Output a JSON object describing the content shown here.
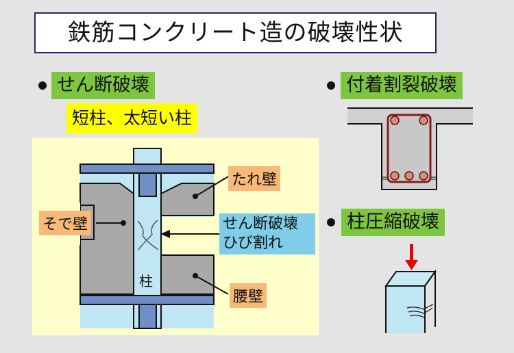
{
  "title": "鉄筋コンクリート造の破壊性状",
  "sections": {
    "shear": {
      "label": "せん断破壊",
      "sublabel": "短柱、太短い柱"
    },
    "bond": {
      "label": "付着割裂破壊"
    },
    "compression": {
      "label": "柱圧縮破壊"
    }
  },
  "diagram": {
    "tare_wall": "たれ壁",
    "sode_wall": "そで壁",
    "crack_line1": "せん断破壊",
    "crack_line2": "ひび割れ",
    "column": "柱",
    "koshi_wall": "腰壁"
  },
  "colors": {
    "green": "#7ec63f",
    "yellow": "#ffff00",
    "panel": "#ffffcc",
    "orange": "#f8b878",
    "blue": "#7fcde8"
  }
}
